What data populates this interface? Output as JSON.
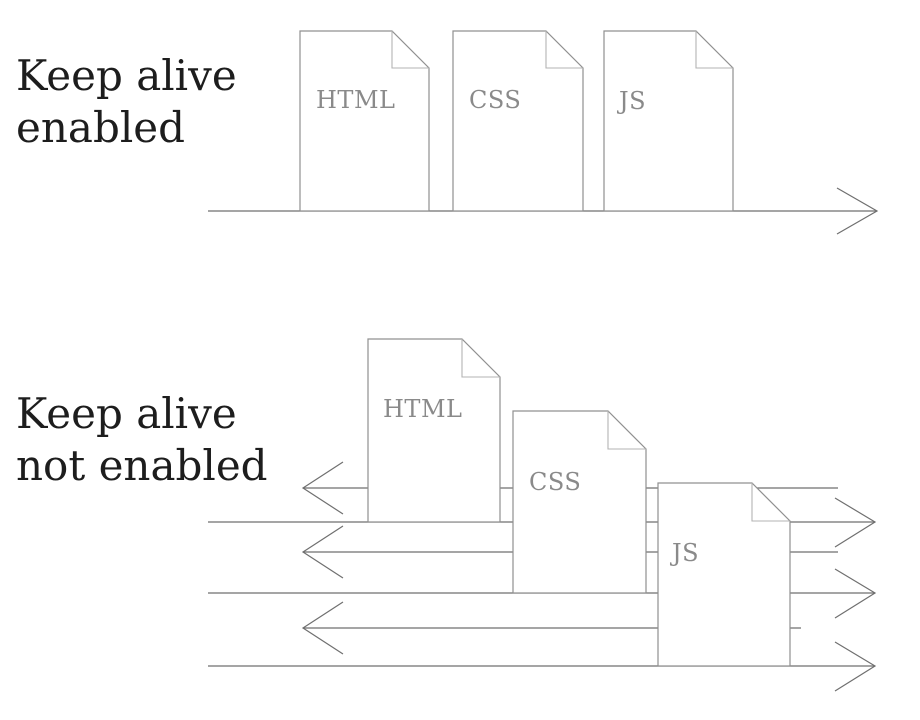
{
  "diagram": {
    "sections": [
      {
        "id": "keep-alive-enabled",
        "title_lines": [
          "Keep alive",
          "enabled"
        ],
        "files": [
          "HTML",
          "CSS",
          "JS"
        ],
        "arrows": [
          {
            "direction": "right"
          }
        ]
      },
      {
        "id": "keep-alive-not-enabled",
        "title_lines": [
          "Keep alive",
          "not enabled"
        ],
        "files": [
          "HTML",
          "CSS",
          "JS"
        ],
        "arrows": [
          {
            "direction": "left"
          },
          {
            "direction": "right"
          },
          {
            "direction": "left"
          },
          {
            "direction": "right"
          },
          {
            "direction": "left"
          },
          {
            "direction": "right"
          }
        ]
      }
    ],
    "colors": {
      "background": "#ffffff",
      "title": "#1d1d1d",
      "line": "#6f6f6f",
      "doc_border": "#909090",
      "doc_fill": "#ffffff",
      "doc_fold": "#b3b3b3",
      "label": "#8a8a8a"
    }
  }
}
